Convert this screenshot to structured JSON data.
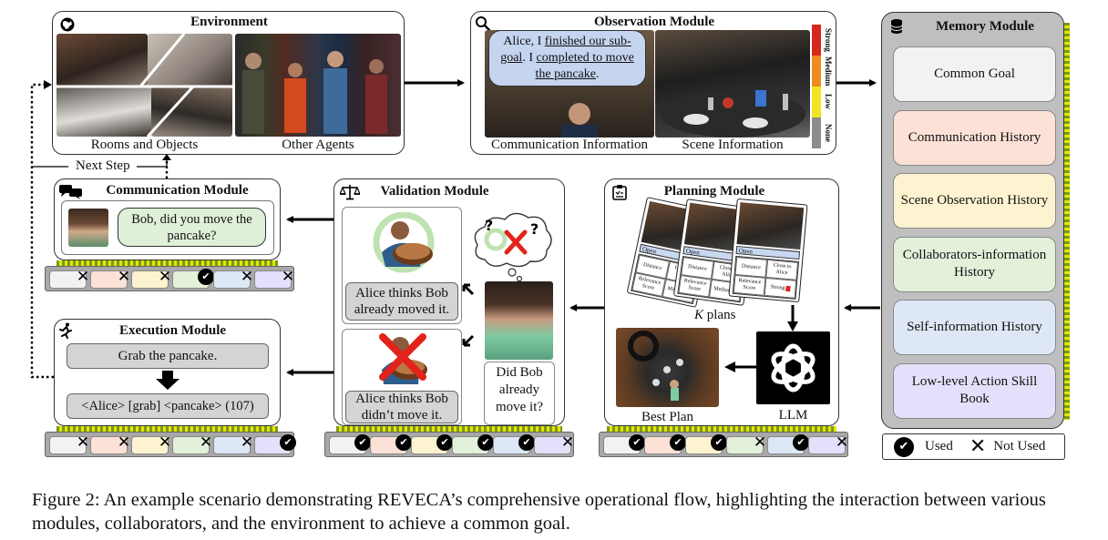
{
  "environment": {
    "title": "Environment",
    "icon": "globe-icon",
    "rooms_caption": "Rooms and Objects",
    "agents_caption": "Other Agents"
  },
  "observation": {
    "title": "Observation Module",
    "icon": "magnifier-icon",
    "speech": {
      "t1": "Alice, I ",
      "u1": "finished our sub-goal",
      "t2": ". I ",
      "u2": "completed to move the pancake",
      "t3": "."
    },
    "comm_caption": "Communication Information",
    "scene_caption": "Scene Information",
    "scale_labels": [
      "Strong",
      "Medium",
      "Low",
      "None"
    ],
    "scale_colors": [
      "#d9261c",
      "#f08a1c",
      "#f2e422",
      "#8c8c8c"
    ]
  },
  "memory": {
    "title": "Memory Module",
    "icon": "database-icon",
    "items": [
      {
        "label": "Common Goal",
        "color": "#f2f2f2"
      },
      {
        "label": "Communication History",
        "color": "#fbe1d6"
      },
      {
        "label": "Scene Observation History",
        "color": "#fdf3d0"
      },
      {
        "label": "Collaborators-information History",
        "color": "#e3f0da"
      },
      {
        "label": "Self-information History",
        "color": "#dde7f5"
      },
      {
        "label": "Low-level Action Skill Book",
        "color": "#e3e0fb"
      }
    ]
  },
  "communication": {
    "title": "Communication Module",
    "icon": "chat-icon",
    "message": "Bob, did you move the pancake?"
  },
  "validation": {
    "title": "Validation Module",
    "icon": "balance-scale-icon",
    "belief_moved": "Alice thinks Bob already moved it.",
    "belief_not_moved": "Alice thinks Bob didn’t move it.",
    "question": "Did Bob already move it?"
  },
  "planning": {
    "title": "Planning Module",
    "icon": "clipboard-icon",
    "k_label": "K",
    "plans_label": " plans",
    "best_plan": "Best Plan",
    "llm": "LLM",
    "card_rows": [
      "Open",
      "Distance",
      "Close to Alice",
      "Relevance Score"
    ],
    "card_levels": [
      "Medium",
      "Medium",
      "Strong"
    ]
  },
  "execution": {
    "title": "Execution Module",
    "icon": "running-person-icon",
    "instruction": "Grab the pancake.",
    "action": "<Alice> [grab] <pancake> (107)"
  },
  "next_step": "Next Step",
  "legend": {
    "used": "Used",
    "not_used": "Not Used"
  },
  "usage": {
    "communication": [
      "x",
      "x",
      "x",
      "used",
      "x",
      "x"
    ],
    "execution": [
      "x",
      "x",
      "x",
      "x",
      "x",
      "used"
    ],
    "validation": [
      "used",
      "used",
      "used",
      "used",
      "used",
      "x"
    ],
    "planning": [
      "used",
      "used",
      "used",
      "x",
      "used",
      "x"
    ]
  },
  "caption": "Figure 2: An example scenario demonstrating REVECA’s comprehensive operational flow, highlighting the interaction between various modules, collaborators, and the environment to achieve a common goal."
}
